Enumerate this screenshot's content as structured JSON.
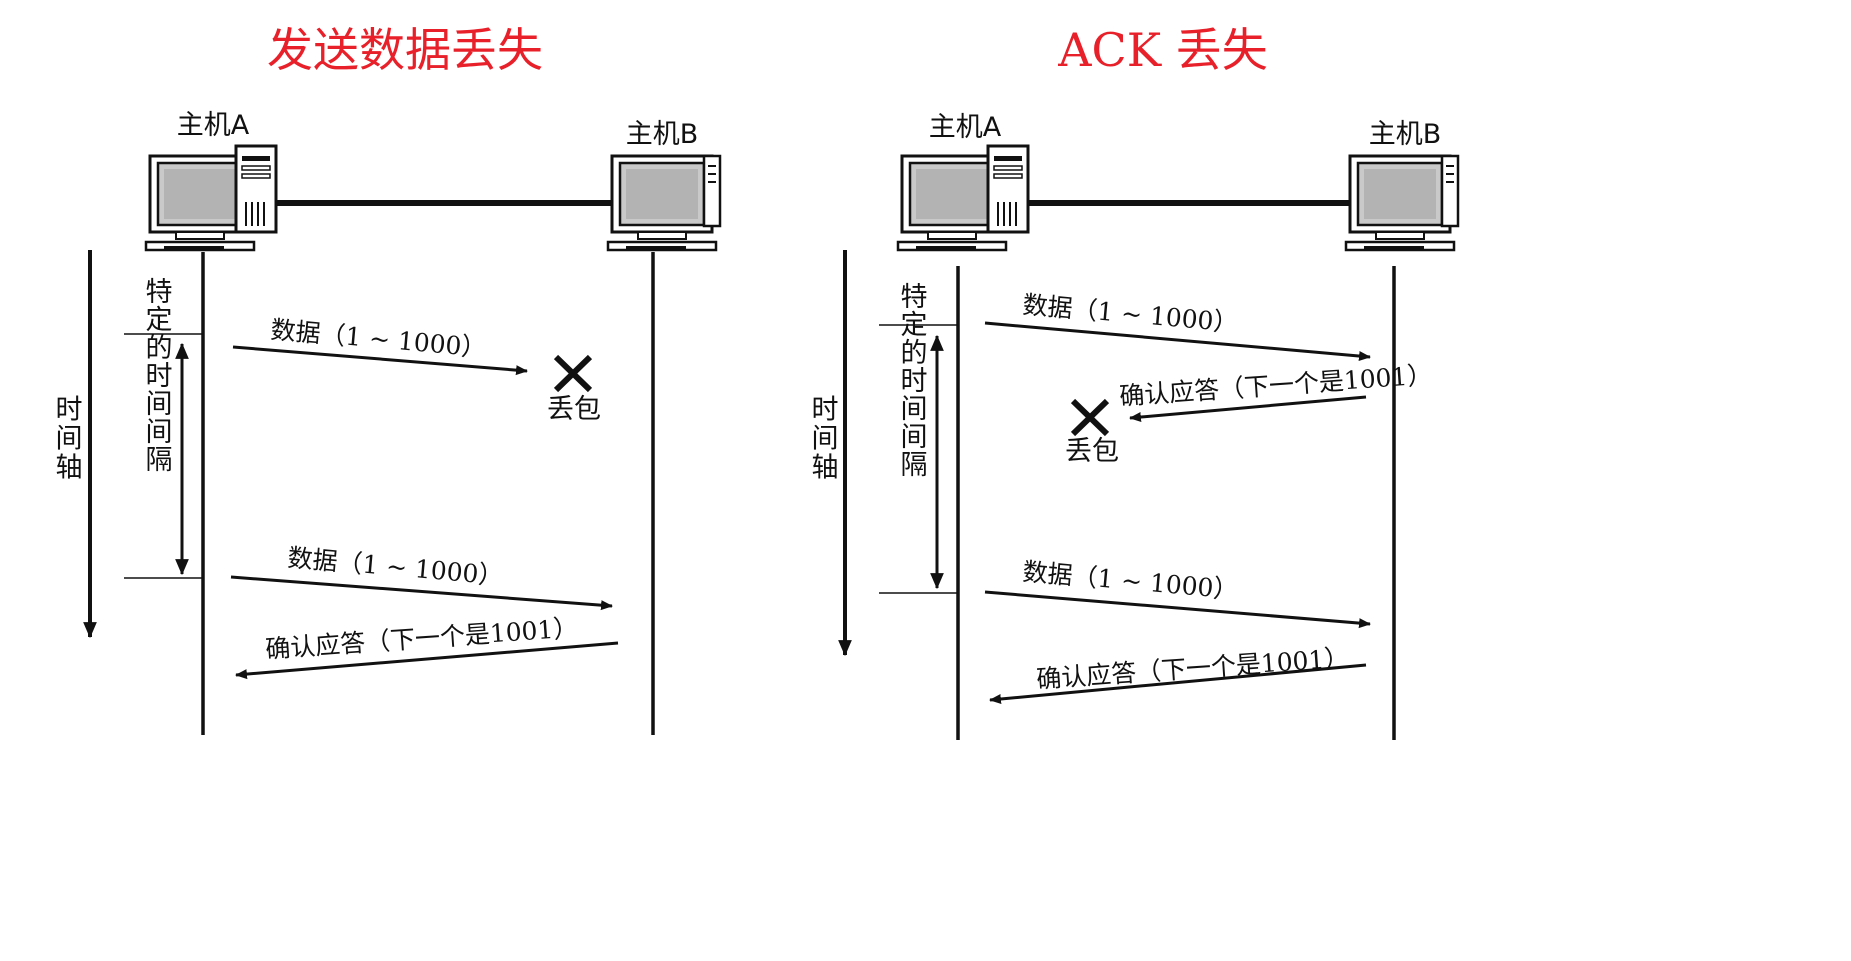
{
  "panels": [
    {
      "title": "发送数据丢失",
      "host_a": "主机A",
      "host_b": "主机B",
      "time_axis": "时间轴",
      "interval": "特定的时间间隔",
      "messages": [
        "数据（1 ~ 1000）",
        "数据（1 ~ 1000）",
        "确认应答（下一个是1001）"
      ],
      "lost_label": "丢包"
    },
    {
      "title": "ACK  丢失",
      "host_a": "主机A",
      "host_b": "主机B",
      "time_axis": "时间轴",
      "interval": "特定的时间间隔",
      "messages": [
        "数据（1 ~ 1000）",
        "确认应答（下一个是1001）",
        "数据（1 ~ 1000）",
        "确认应答（下一个是1001）"
      ],
      "lost_label": "丢包"
    }
  ],
  "icons": {
    "computer": "computer-icon",
    "loss": "cross-icon"
  },
  "colors": {
    "title": "#e8202a",
    "ink": "#111111"
  }
}
